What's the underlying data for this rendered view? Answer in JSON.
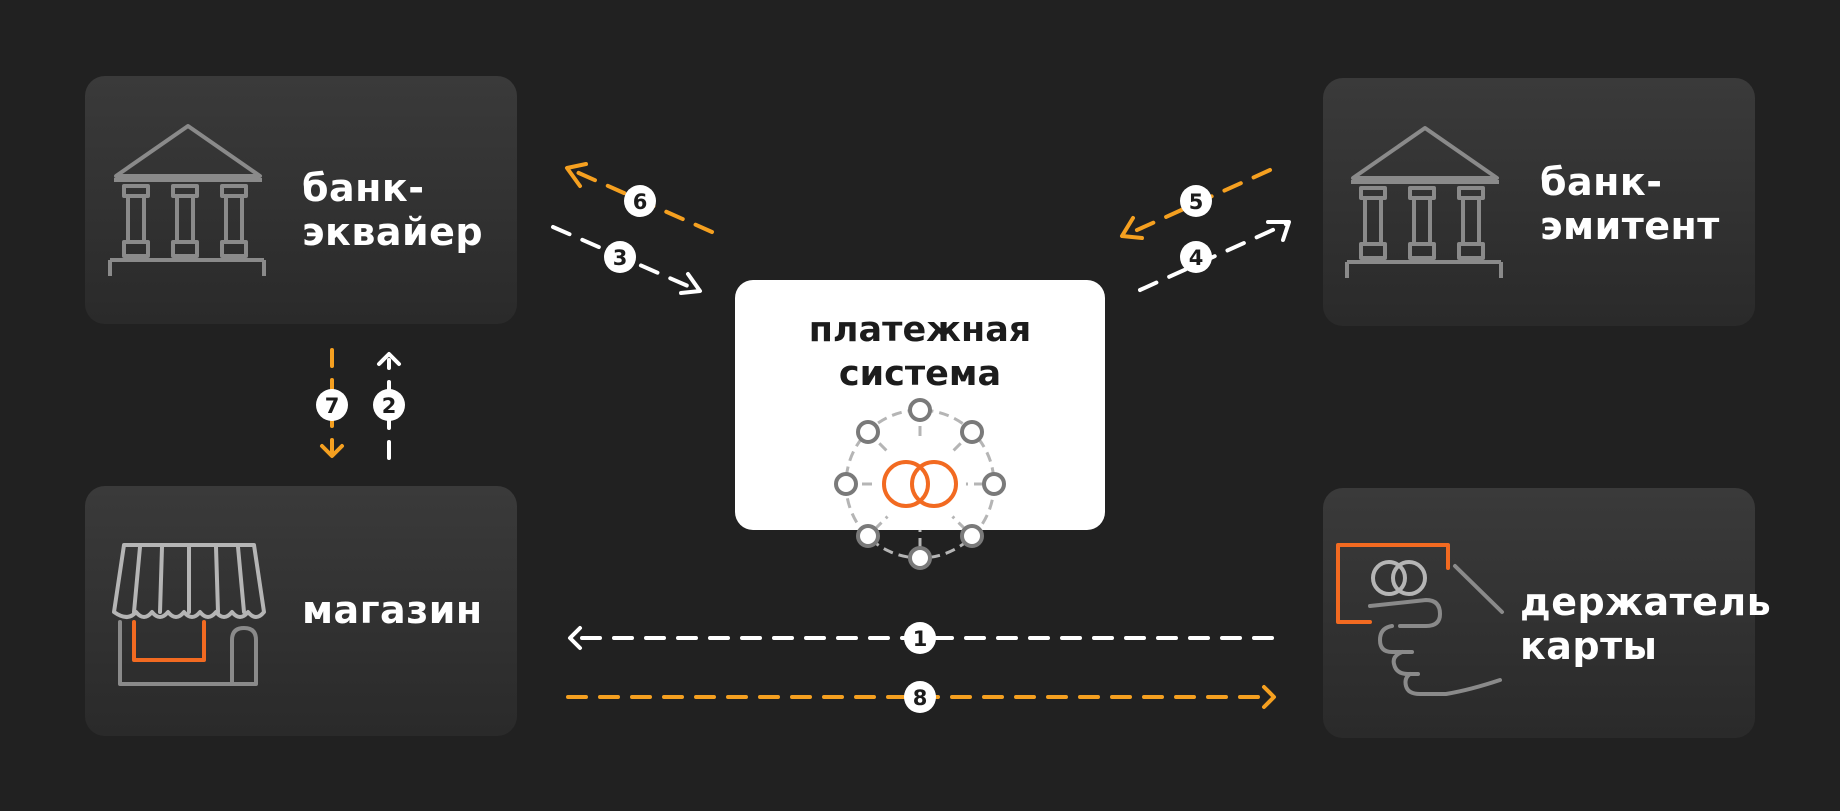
{
  "diagram": {
    "nodes": {
      "acquirer": {
        "label": "банк-\nэквайер",
        "icon": "bank-building-icon"
      },
      "issuer": {
        "label": "банк-\nэмитент",
        "icon": "bank-building-icon"
      },
      "store": {
        "label": "магазин",
        "icon": "storefront-icon"
      },
      "cardholder": {
        "label": "держатель\nкарты",
        "icon": "hand-holding-card-icon"
      },
      "payment_system": {
        "label": "платежная\nсистема",
        "icon": "payment-network-icon"
      }
    },
    "steps": [
      {
        "n": "1",
        "from": "cardholder",
        "to": "store",
        "color": "#ffffff"
      },
      {
        "n": "2",
        "from": "store",
        "to": "acquirer",
        "color": "#ffffff"
      },
      {
        "n": "3",
        "from": "acquirer",
        "to": "payment_system",
        "color": "#ffffff"
      },
      {
        "n": "4",
        "from": "payment_system",
        "to": "issuer",
        "color": "#ffffff"
      },
      {
        "n": "5",
        "from": "issuer",
        "to": "payment_system",
        "color": "#f5a020"
      },
      {
        "n": "6",
        "from": "payment_system",
        "to": "acquirer",
        "color": "#f5a020"
      },
      {
        "n": "7",
        "from": "acquirer",
        "to": "store",
        "color": "#f5a020"
      },
      {
        "n": "8",
        "from": "store",
        "to": "cardholder",
        "color": "#f5a020"
      }
    ],
    "colors": {
      "background": "#212121",
      "card": "#333333",
      "request_arrow": "#ffffff",
      "response_arrow": "#f5a020",
      "accent": "#f26a21",
      "icon_stroke": "#8a8a8a"
    }
  }
}
